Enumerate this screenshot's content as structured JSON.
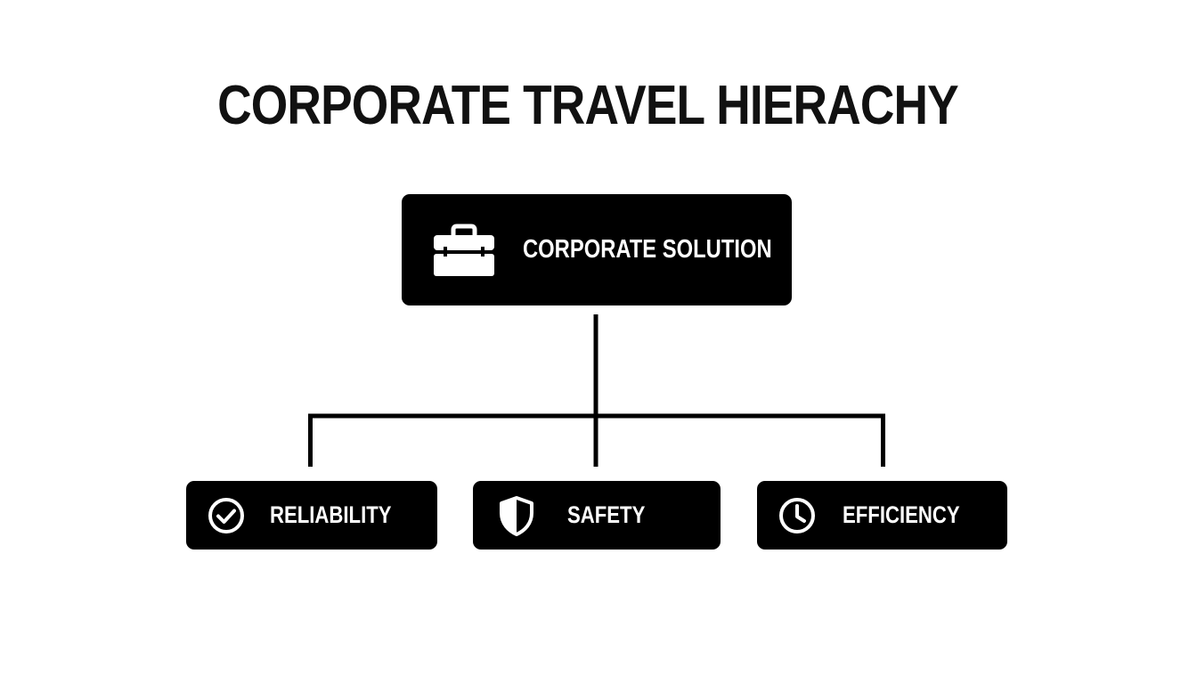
{
  "diagram": {
    "title": "CORPORATE TRAVEL HIERACHY",
    "root": {
      "label": "CORPORATE SOLUTION",
      "icon": "briefcase-icon"
    },
    "children": [
      {
        "label": "RELIABILITY",
        "icon": "check-circle-icon"
      },
      {
        "label": "SAFETY",
        "icon": "shield-icon"
      },
      {
        "label": "EFFICIENCY",
        "icon": "clock-icon"
      }
    ],
    "colors": {
      "background": "#ffffff",
      "node_fill": "#000000",
      "node_text": "#ffffff",
      "title_text": "#111111",
      "connector": "#000000"
    }
  }
}
